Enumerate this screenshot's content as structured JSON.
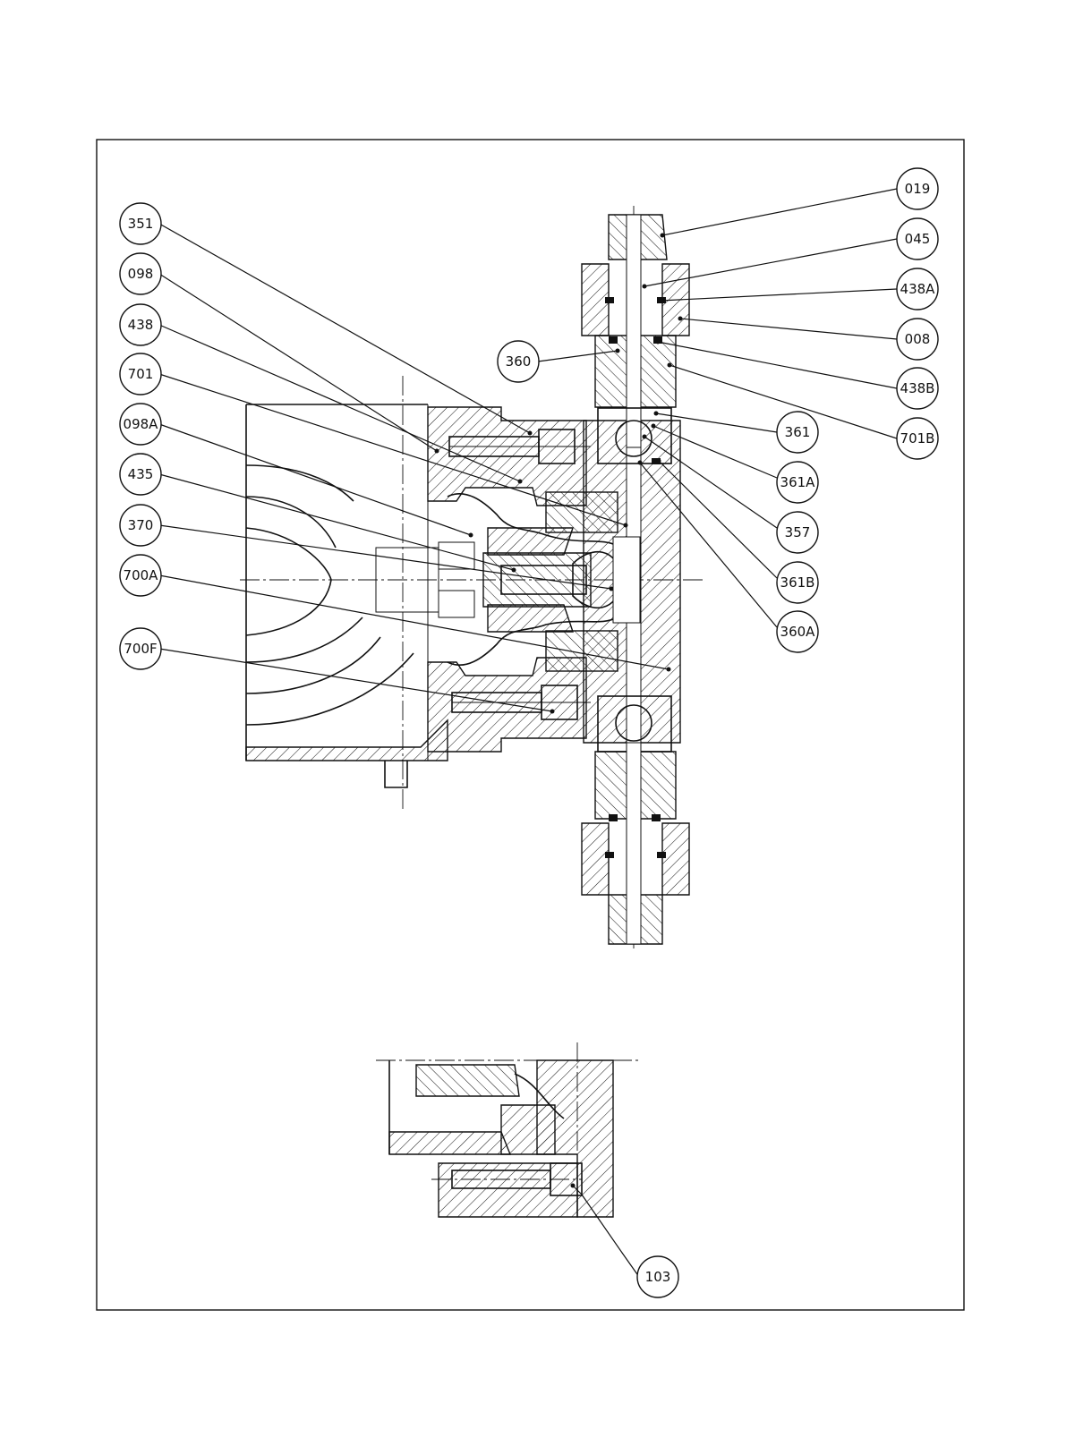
{
  "callouts": [
    {
      "id": "019",
      "label": "019"
    },
    {
      "id": "045",
      "label": "045"
    },
    {
      "id": "438a",
      "label": "438A"
    },
    {
      "id": "008",
      "label": "008"
    },
    {
      "id": "438b",
      "label": "438B"
    },
    {
      "id": "701b",
      "label": "701B"
    },
    {
      "id": "361",
      "label": "361"
    },
    {
      "id": "361a",
      "label": "361A"
    },
    {
      "id": "357",
      "label": "357"
    },
    {
      "id": "361b",
      "label": "361B"
    },
    {
      "id": "360a",
      "label": "360A"
    },
    {
      "id": "360",
      "label": "360"
    },
    {
      "id": "351",
      "label": "351"
    },
    {
      "id": "098",
      "label": "098"
    },
    {
      "id": "438",
      "label": "438"
    },
    {
      "id": "701",
      "label": "701"
    },
    {
      "id": "098a",
      "label": "098A"
    },
    {
      "id": "435",
      "label": "435"
    },
    {
      "id": "370",
      "label": "370"
    },
    {
      "id": "700a",
      "label": "700A"
    },
    {
      "id": "700f",
      "label": "700F"
    },
    {
      "id": "103",
      "label": "103"
    }
  ]
}
